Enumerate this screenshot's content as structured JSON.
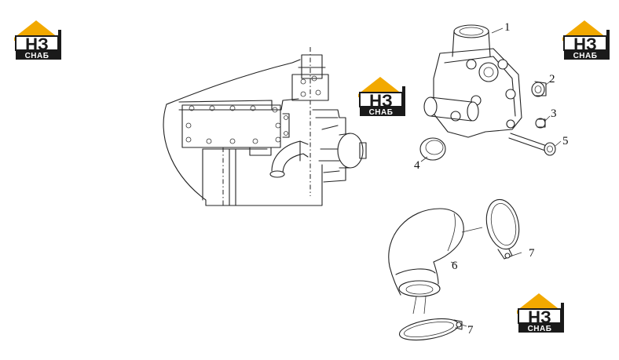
{
  "logo": {
    "letters": "НЗ",
    "word": "СНАБ",
    "colors": {
      "roof": "#f2a900",
      "box": "#1a1a1a",
      "letters_bg": "#ffffff"
    }
  },
  "callouts": {
    "c1": "1",
    "c2": "2",
    "c3": "3",
    "c4": "4",
    "c5": "5",
    "c6": "6",
    "c7a": "7",
    "c7b": "7"
  }
}
